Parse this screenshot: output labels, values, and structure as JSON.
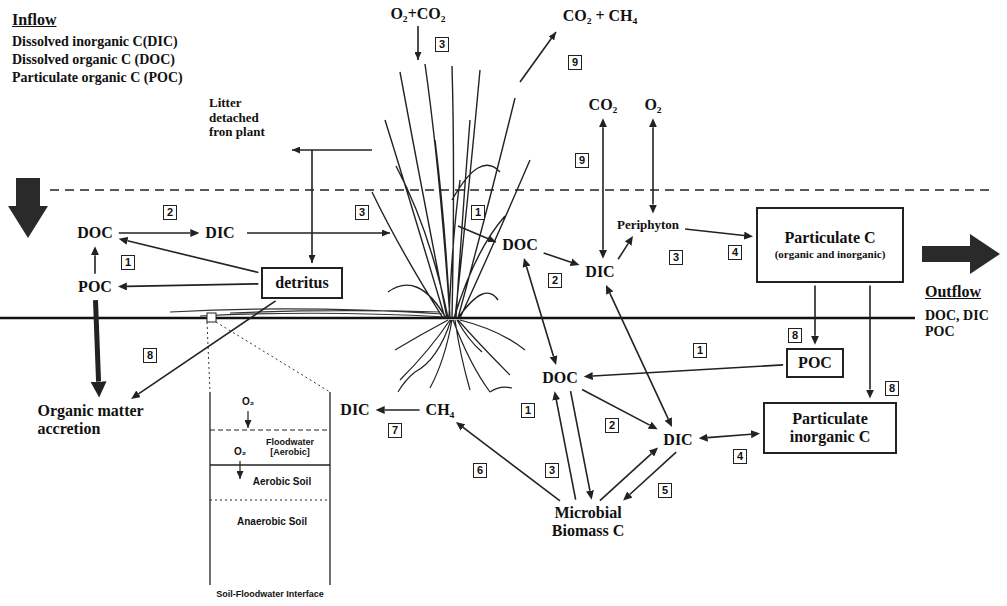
{
  "diagram": {
    "nodes": [
      {
        "text": [
          "DOC"
        ]
      },
      {
        "text": [
          "DIC"
        ]
      },
      {
        "text": [
          "POC"
        ]
      },
      {
        "text": [
          "detritus"
        ]
      },
      {
        "text": [
          "DOC"
        ]
      },
      {
        "text": [
          "DIC"
        ]
      },
      {
        "text": [
          "CO₂"
        ]
      },
      {
        "text": [
          "O₂"
        ]
      },
      {
        "text": [
          "Periphyton"
        ]
      },
      {
        "text": [
          "Particulate C",
          "(organic and inorganic)"
        ]
      },
      {
        "text": [
          "POC"
        ]
      },
      {
        "text": [
          "Particulate inorganic C"
        ]
      },
      {
        "text": [
          "DOC"
        ]
      },
      {
        "text": [
          "DIC"
        ]
      },
      {
        "text": [
          "Microbial Biomass C"
        ]
      },
      {
        "text": [
          "CH₄"
        ]
      },
      {
        "text": [
          "DIC"
        ]
      },
      {
        "text": [
          "Organic matter accretion"
        ]
      }
    ],
    "edges": [
      {
        "from": 2,
        "to": 0,
        "arrow": "to"
      },
      {
        "from": 0,
        "to": 1,
        "arrow": "to"
      },
      {
        "from": 3,
        "to": 0,
        "arrow": "to"
      },
      {
        "from": 3,
        "to": 2,
        "arrow": "to"
      },
      {
        "from": 4,
        "to": 5,
        "arrow": "to"
      },
      {
        "from": 6,
        "to": 5,
        "arrow": "both"
      },
      {
        "from": 7,
        "to": 8,
        "arrow": "both"
      },
      {
        "from": 5,
        "to": 8,
        "arrow": "to"
      },
      {
        "from": 8,
        "to": 9,
        "arrow": "to"
      },
      {
        "from": 9,
        "to": 10,
        "arrow": "to"
      },
      {
        "from": 9,
        "to": 11,
        "arrow": "to"
      },
      {
        "from": 10,
        "to": 12,
        "arrow": "to"
      },
      {
        "from": 4,
        "to": 12,
        "arrow": "both"
      },
      {
        "from": 5,
        "to": 13,
        "arrow": "both"
      },
      {
        "from": 12,
        "to": 13,
        "arrow": "to"
      },
      {
        "from": 13,
        "to": 11,
        "arrow": "both"
      },
      {
        "from": 14,
        "to": 12,
        "arrow": "to"
      },
      {
        "from": 12,
        "to": 14,
        "arrow": "to"
      },
      {
        "from": 13,
        "to": 14,
        "arrow": "to"
      },
      {
        "from": 14,
        "to": 13,
        "arrow": "to"
      },
      {
        "from": 14,
        "to": 15,
        "arrow": "to"
      },
      {
        "from": 15,
        "to": 16,
        "arrow": "to"
      },
      {
        "from": 2,
        "to": 17,
        "arrow": "to"
      },
      {
        "from": 3,
        "to": 17,
        "arrow": "to"
      }
    ],
    "labels": [
      "Inflow",
      "Dissolved inorganic C(DIC)",
      "Dissolved organic C (DOC)",
      "Particulate organic C (POC)",
      "O₂+CO₂",
      "3",
      "CO₂ + CH₄",
      "9",
      "Litter detached fron plant",
      "2",
      "1",
      "3",
      "1",
      "2",
      "9",
      "3",
      "4",
      "Outflow",
      "DOC, DIC POC",
      "8",
      "8",
      "1",
      "1",
      "2",
      "4",
      "3",
      "5",
      "6",
      "7",
      "8",
      "O₂",
      "Floodwater [Aerobic]",
      "O₂",
      "Aerobic Soil",
      "Anaerobic Soil",
      "Soil-Floodwater Interface"
    ]
  }
}
